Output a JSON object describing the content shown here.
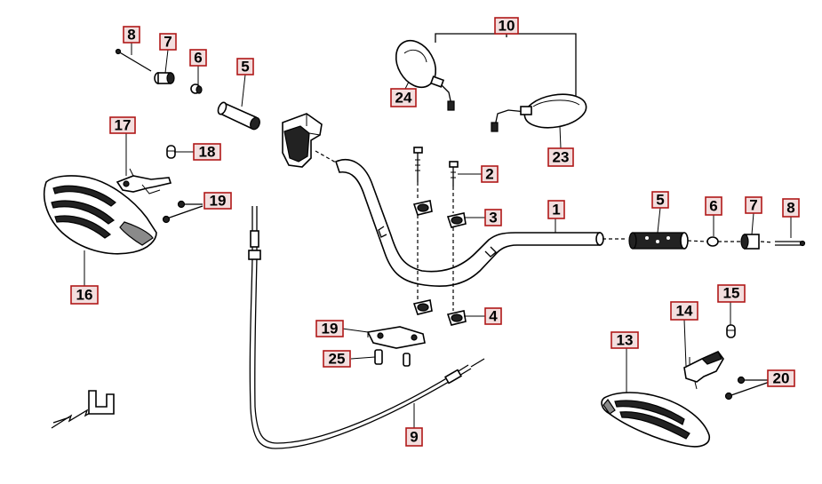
{
  "callouts": [
    {
      "id": "1",
      "text": "1"
    },
    {
      "id": "2",
      "text": "2"
    },
    {
      "id": "3",
      "text": "3"
    },
    {
      "id": "4",
      "text": "4"
    },
    {
      "id": "5a",
      "text": "5"
    },
    {
      "id": "5b",
      "text": "5"
    },
    {
      "id": "6a",
      "text": "6"
    },
    {
      "id": "6b",
      "text": "6"
    },
    {
      "id": "7a",
      "text": "7"
    },
    {
      "id": "7b",
      "text": "7"
    },
    {
      "id": "8a",
      "text": "8"
    },
    {
      "id": "8b",
      "text": "8"
    },
    {
      "id": "9",
      "text": "9"
    },
    {
      "id": "10",
      "text": "10"
    },
    {
      "id": "13",
      "text": "13"
    },
    {
      "id": "14",
      "text": "14"
    },
    {
      "id": "15",
      "text": "15"
    },
    {
      "id": "16",
      "text": "16"
    },
    {
      "id": "17",
      "text": "17"
    },
    {
      "id": "18",
      "text": "18"
    },
    {
      "id": "19a",
      "text": "19"
    },
    {
      "id": "19b",
      "text": "19"
    },
    {
      "id": "20",
      "text": "20"
    },
    {
      "id": "23",
      "text": "23"
    },
    {
      "id": "24",
      "text": "24"
    },
    {
      "id": "25",
      "text": "25"
    }
  ],
  "colors": {
    "label_border": "#b01818",
    "label_fill": "#f3dede",
    "line": "#000000"
  },
  "icons": {
    "direction_marker": "front-arrow-icon"
  }
}
